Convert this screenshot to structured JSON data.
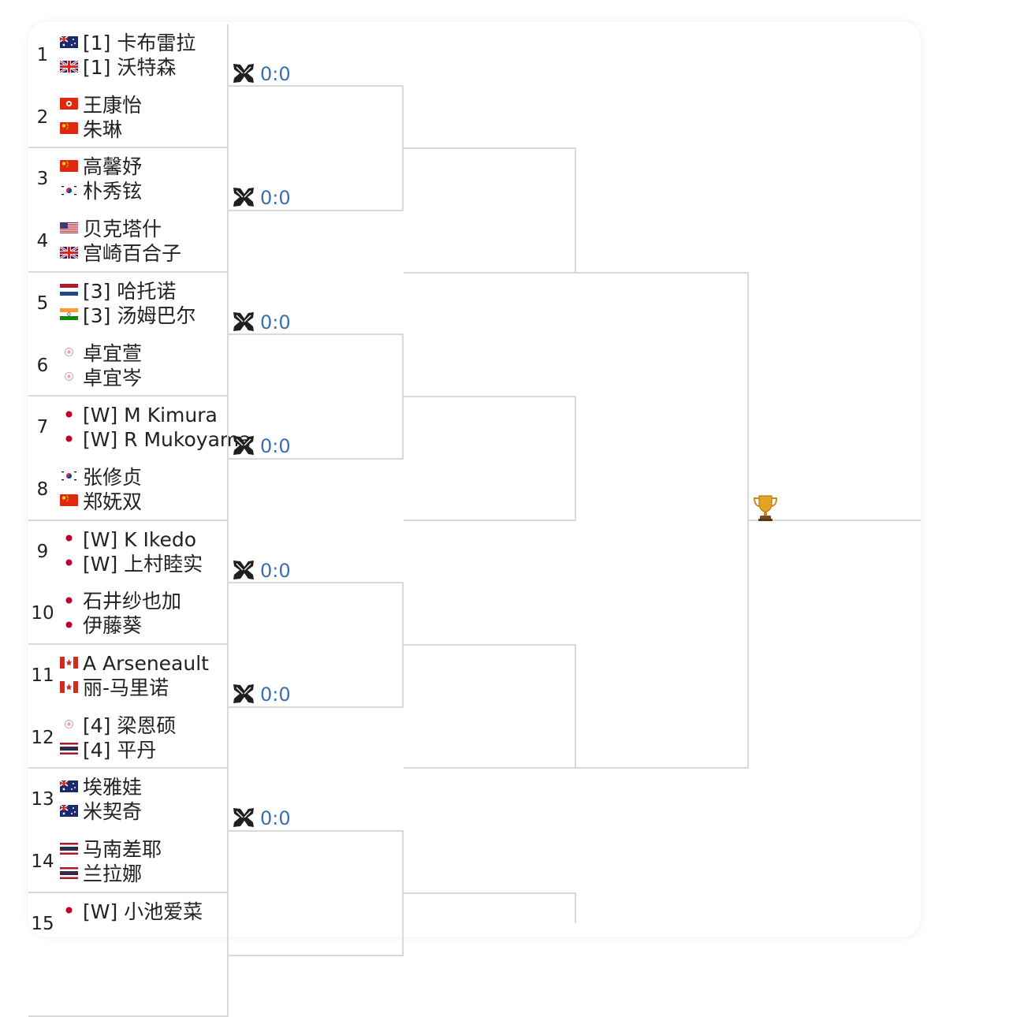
{
  "colors": {
    "score": "#3a6fb0",
    "line": "#d9d9d9"
  },
  "entries": [
    {
      "seed": "1",
      "players": [
        {
          "flag": "australia",
          "name": "[1] 卡布雷拉"
        },
        {
          "flag": "uk",
          "name": "[1] 沃特森"
        }
      ]
    },
    {
      "seed": "2",
      "players": [
        {
          "flag": "hongkong",
          "name": "王康怡"
        },
        {
          "flag": "china",
          "name": "朱琳"
        }
      ]
    },
    {
      "seed": "3",
      "players": [
        {
          "flag": "china",
          "name": "高馨妤"
        },
        {
          "flag": "korea",
          "name": "朴秀铉"
        }
      ]
    },
    {
      "seed": "4",
      "players": [
        {
          "flag": "usa",
          "name": "贝克塔什"
        },
        {
          "flag": "uk",
          "name": "宫崎百合子"
        }
      ]
    },
    {
      "seed": "5",
      "players": [
        {
          "flag": "netherlands",
          "name": "[3] 哈托诺"
        },
        {
          "flag": "india",
          "name": "[3] 汤姆巴尔"
        }
      ]
    },
    {
      "seed": "6",
      "players": [
        {
          "flag": "taipei",
          "name": "卓宜萱"
        },
        {
          "flag": "taipei",
          "name": "卓宜岑"
        }
      ]
    },
    {
      "seed": "7",
      "players": [
        {
          "flag": "japan",
          "name": "[W] M Kimura"
        },
        {
          "flag": "japan",
          "name": "[W] R Mukoyama"
        }
      ]
    },
    {
      "seed": "8",
      "players": [
        {
          "flag": "korea",
          "name": "张修贞"
        },
        {
          "flag": "china",
          "name": "郑妩双"
        }
      ]
    },
    {
      "seed": "9",
      "players": [
        {
          "flag": "japan",
          "name": "[W] K Ikedo"
        },
        {
          "flag": "japan",
          "name": "[W] 上村睦实"
        }
      ]
    },
    {
      "seed": "10",
      "players": [
        {
          "flag": "japan",
          "name": "石井纱也加"
        },
        {
          "flag": "japan",
          "name": "伊藤葵"
        }
      ]
    },
    {
      "seed": "11",
      "players": [
        {
          "flag": "canada",
          "name": "A Arseneault"
        },
        {
          "flag": "canada",
          "name": "丽-马里诺"
        }
      ]
    },
    {
      "seed": "12",
      "players": [
        {
          "flag": "taipei",
          "name": "[4] 梁恩硕"
        },
        {
          "flag": "thailand",
          "name": "[4] 平丹"
        }
      ]
    },
    {
      "seed": "13",
      "players": [
        {
          "flag": "australia",
          "name": "埃雅娃"
        },
        {
          "flag": "australia",
          "name": "米契奇"
        }
      ]
    },
    {
      "seed": "14",
      "players": [
        {
          "flag": "thailand",
          "name": "马南差耶"
        },
        {
          "flag": "thailand",
          "name": "兰拉娜"
        }
      ]
    },
    {
      "seed": "15",
      "players": [
        {
          "flag": "japan",
          "name": "[W] 小池爱菜"
        },
        {
          "flag": "japan",
          "name": ""
        }
      ]
    }
  ],
  "scores": [
    "0:0",
    "0:0",
    "0:0",
    "0:0",
    "0:0",
    "0:0",
    "0:0"
  ],
  "champion_icon": "trophy-icon"
}
